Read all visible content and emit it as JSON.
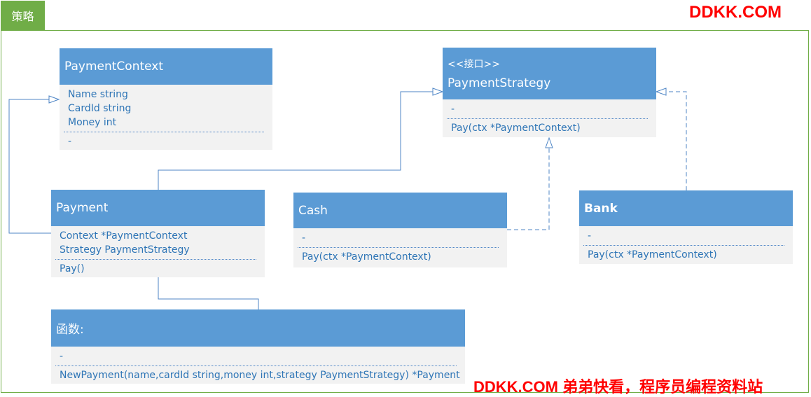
{
  "frame": {
    "label": "策略"
  },
  "watermarks": {
    "top": "DDKK.COM",
    "bottom": "DDKK.COM 弟弟快看，程序员编程资料站"
  },
  "classes": {
    "payment_context": {
      "name": "PaymentContext",
      "attributes": [
        "Name string",
        "CardId string",
        "Money int"
      ],
      "methods": [
        "-"
      ]
    },
    "payment_strategy": {
      "stereotype": "<<接口>>",
      "name": "PaymentStrategy",
      "attributes": [
        "-"
      ],
      "methods": [
        "Pay(ctx *PaymentContext)"
      ]
    },
    "payment": {
      "name": "Payment",
      "attributes": [
        "Context *PaymentContext",
        "Strategy PaymentStrategy"
      ],
      "methods": [
        "Pay()"
      ]
    },
    "cash": {
      "name": "Cash",
      "attributes": [
        "-"
      ],
      "methods": [
        "Pay(ctx *PaymentContext)"
      ]
    },
    "bank": {
      "name": "Bank",
      "attributes": [
        "-"
      ],
      "methods": [
        "Pay(ctx *PaymentContext)"
      ]
    },
    "functions": {
      "name": "函数:",
      "attributes": [
        "-"
      ],
      "methods": [
        "NewPayment(name,cardId string,money int,strategy PaymentStrategy) *Payment"
      ]
    }
  },
  "colors": {
    "header": "#5b9bd5",
    "body": "#f2f2f2",
    "text": "#2e75b6",
    "line": "#4f86c6",
    "frame": "#70ad47",
    "watermark": "#ff0000"
  }
}
